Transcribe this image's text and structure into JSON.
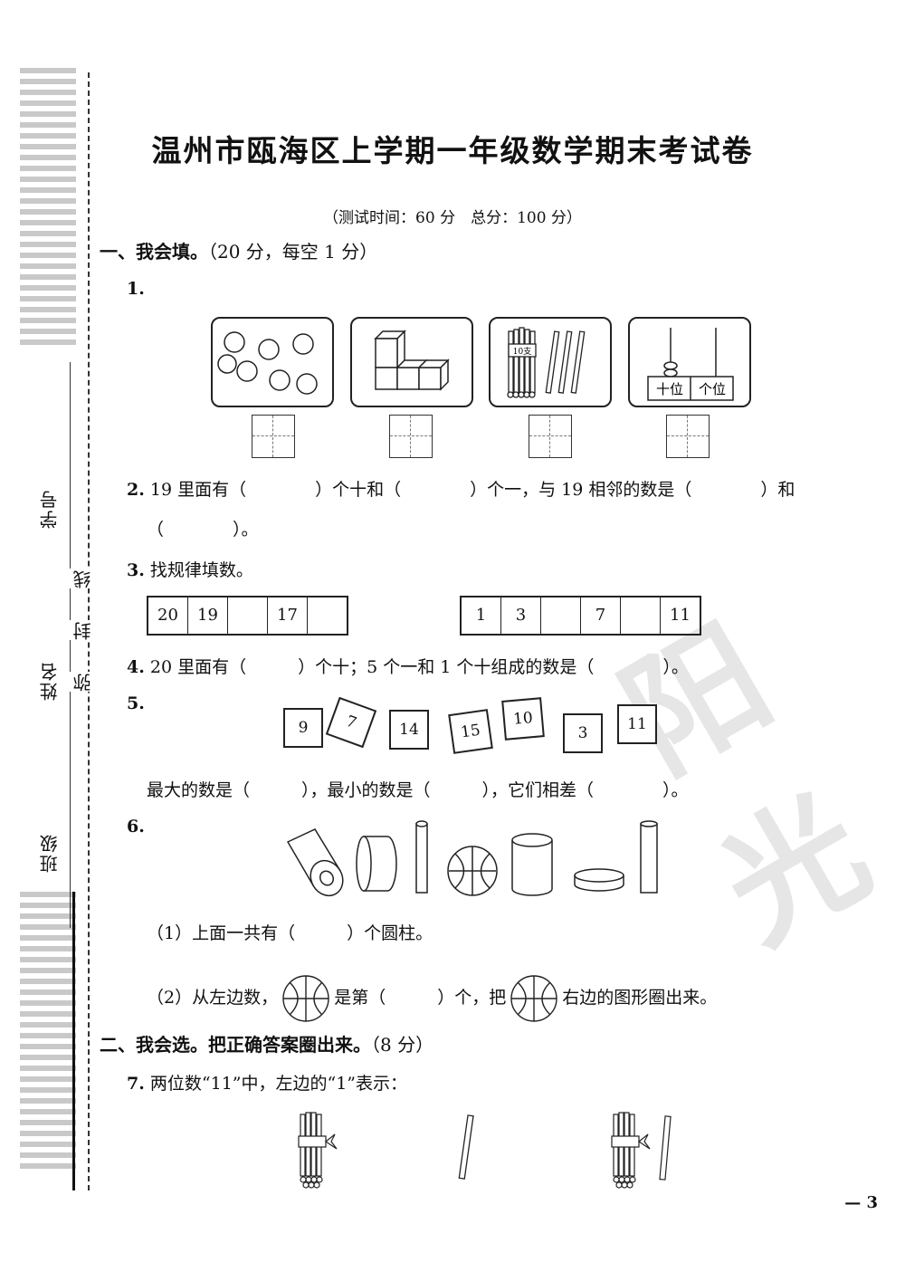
{
  "title": "温州市瓯海区上学期一年级数学期末考试卷",
  "subtitle": "（测试时间：60 分　总分：100 分）",
  "margin": {
    "student_id": "学号",
    "name": "姓名",
    "class": "班级",
    "seal_line": "线",
    "seal_seal": "封",
    "seal_dense": "弥"
  },
  "watermark": "阳光",
  "section1": {
    "heading": "一、我会填。",
    "points": "（20 分，每空 1 分）"
  },
  "q1": {
    "number": "1."
  },
  "abacus": {
    "tens": "十位",
    "ones": "个位"
  },
  "sticks_label": "10支",
  "q2": {
    "number": "2.",
    "line1": "19 里面有（　　　　）个十和（　　　　）个一，与 19 相邻的数是（　　　　）和",
    "line2": "（　　　　）。"
  },
  "q3": {
    "number": "3.",
    "text": "找规律填数。",
    "seq1": [
      "20",
      "19",
      "",
      "17",
      ""
    ],
    "seq2": [
      "1",
      "3",
      "",
      "7",
      "",
      "11"
    ]
  },
  "q4": {
    "number": "4.",
    "text": "20 里面有（　　　）个十；5 个一和 1 个十组成的数是（　　　　）。"
  },
  "q5": {
    "number": "5.",
    "cards": [
      "9",
      "7",
      "14",
      "15",
      "10",
      "3",
      "11"
    ],
    "text": "最大的数是（　　　），最小的数是（　　　），它们相差（　　　　）。"
  },
  "q6": {
    "number": "6.",
    "sub1": "（1）上面一共有（　　　）个圆柱。",
    "sub2_a": "（2）从左边数，",
    "sub2_b": "是第（　　　）个，把",
    "sub2_c": "右边的图形圈出来。"
  },
  "section2": {
    "heading": "二、我会选。把正确答案圈出来。",
    "points": "（8 分）"
  },
  "q7": {
    "number": "7.",
    "text": "两位数“11”中，左边的“1”表示："
  },
  "page_number": "— 3"
}
